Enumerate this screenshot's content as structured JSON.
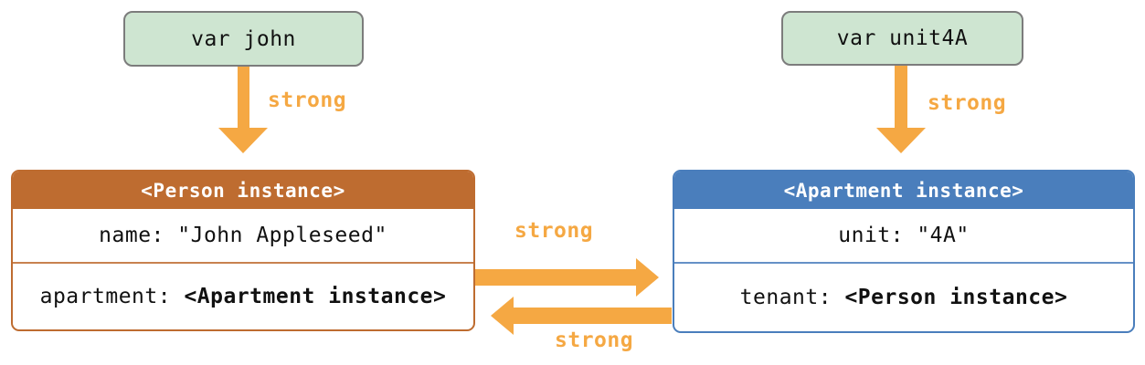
{
  "diagram": {
    "variables": {
      "john": "var john",
      "unit4a": "var unit4A"
    },
    "person_box": {
      "title": "<Person instance>",
      "name_row": "name: \"John Appleseed\"",
      "apartment_row_prefix": "apartment: ",
      "apartment_row_value": "<Apartment instance>"
    },
    "apartment_box": {
      "title": "<Apartment instance>",
      "unit_row": "unit: \"4A\"",
      "tenant_row_prefix": "tenant: ",
      "tenant_row_value": "<Person instance>"
    },
    "arrow_labels": {
      "john_strong": "strong",
      "unit4a_strong": "strong",
      "person_to_apartment_strong": "strong",
      "apartment_to_person_strong": "strong"
    },
    "colors": {
      "arrow_orange": "#F5A843",
      "person_header": "#BE6C30",
      "apartment_header": "#4A7EBC",
      "variable_fill": "#CEE5D1",
      "variable_border": "#7C7C7C"
    }
  }
}
